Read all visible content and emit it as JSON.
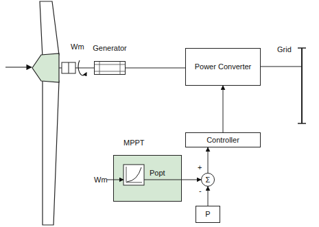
{
  "diagram": {
    "nodes": [
      {
        "text": [
          "Generator"
        ]
      },
      {
        "text": [
          "Power Converter"
        ]
      },
      {
        "text": [
          "Controller"
        ]
      },
      {
        "text": [
          "MPPT"
        ]
      },
      {
        "text": [
          "Σ"
        ]
      },
      {
        "text": [
          "P"
        ]
      }
    ],
    "edges": [
      {
        "from": 0,
        "to": 1,
        "arrow": "none"
      },
      {
        "from": 2,
        "to": 1,
        "arrow": "to"
      },
      {
        "from": 4,
        "to": 2,
        "arrow": "to"
      },
      {
        "from": 3,
        "to": 4,
        "arrow": "to",
        "label": "Popt"
      },
      {
        "from": 5,
        "to": 4,
        "arrow": "to"
      }
    ],
    "labels": [
      "Wm",
      "Grid",
      "Wm",
      "+",
      "-"
    ]
  }
}
